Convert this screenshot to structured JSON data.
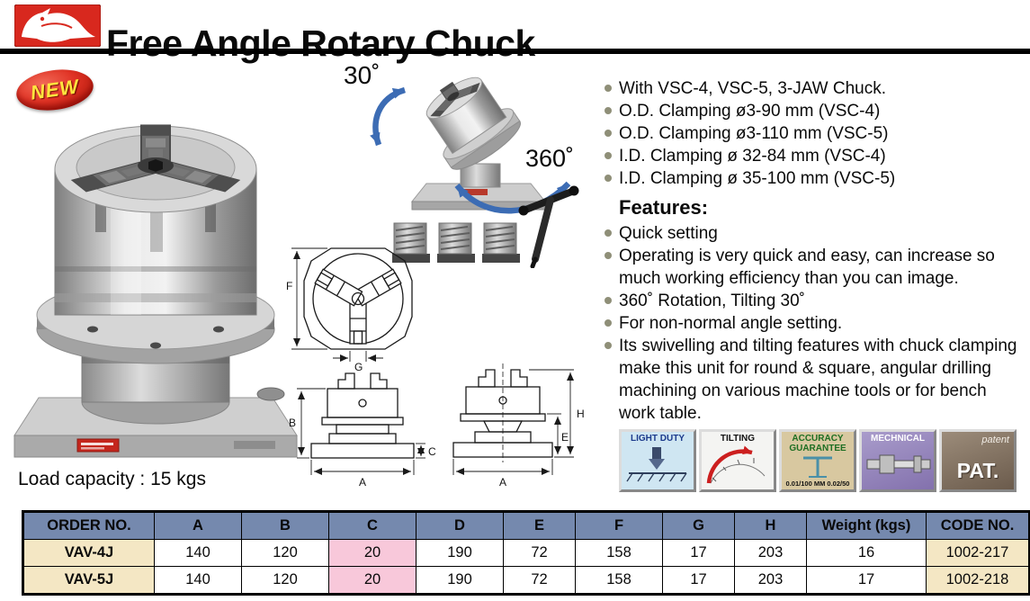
{
  "header": {
    "title": "Free Angle Rotary Chuck"
  },
  "badges": {
    "new": "NEW"
  },
  "photo": {
    "tilt_label": "30˚",
    "rotation_label": "360˚"
  },
  "load_capacity": "Load capacity : 15 kgs",
  "specs": [
    "With VSC-4, VSC-5, 3-JAW Chuck.",
    "O.D. Clamping ø3-90 mm (VSC-4)",
    "O.D. Clamping ø3-110 mm (VSC-5)",
    "I.D. Clamping ø 32-84 mm (VSC-4)",
    "I.D. Clamping ø 35-100 mm (VSC-5)"
  ],
  "features": {
    "heading": "Features:",
    "items": [
      "Quick setting",
      "Operating is very quick and easy, can increase so much working efficiency than you can image.",
      "360˚ Rotation, Tilting 30˚",
      "For non-normal angle setting.",
      "Its swivelling and tilting features with chuck clamping make this unit for round & square, angular drilling machining on various machine tools or for bench work table."
    ]
  },
  "feature_badges": {
    "light_duty": "LIGHT DUTY",
    "tilting": "TILTING",
    "accuracy_line1": "ACCURACY",
    "accuracy_line2": "GUARANTEE",
    "accuracy_values": "0.01/100 MM 0.02/50",
    "mechnical": "MECHNICAL",
    "patent_top": "patent",
    "patent_main": "PAT."
  },
  "drawings": {
    "f": "F",
    "g": "G",
    "b": "B",
    "a": "A",
    "c": "C",
    "h": "H",
    "e": "E"
  },
  "table": {
    "headers": [
      "ORDER NO.",
      "A",
      "B",
      "C",
      "D",
      "E",
      "F",
      "G",
      "H",
      "Weight (kgs)",
      "CODE NO."
    ],
    "rows": [
      [
        "VAV-4J",
        "140",
        "120",
        "20",
        "190",
        "72",
        "158",
        "17",
        "203",
        "16",
        "1002-217"
      ],
      [
        "VAV-5J",
        "140",
        "120",
        "20",
        "190",
        "72",
        "158",
        "17",
        "203",
        "17",
        "1002-218"
      ]
    ]
  },
  "colors": {
    "table_header": "#7589ae",
    "highlight_pink": "#f8c8da",
    "highlight_beige": "#f4e7c4",
    "accent_red": "#d42b1e",
    "arrow_blue": "#3c6cb4"
  }
}
